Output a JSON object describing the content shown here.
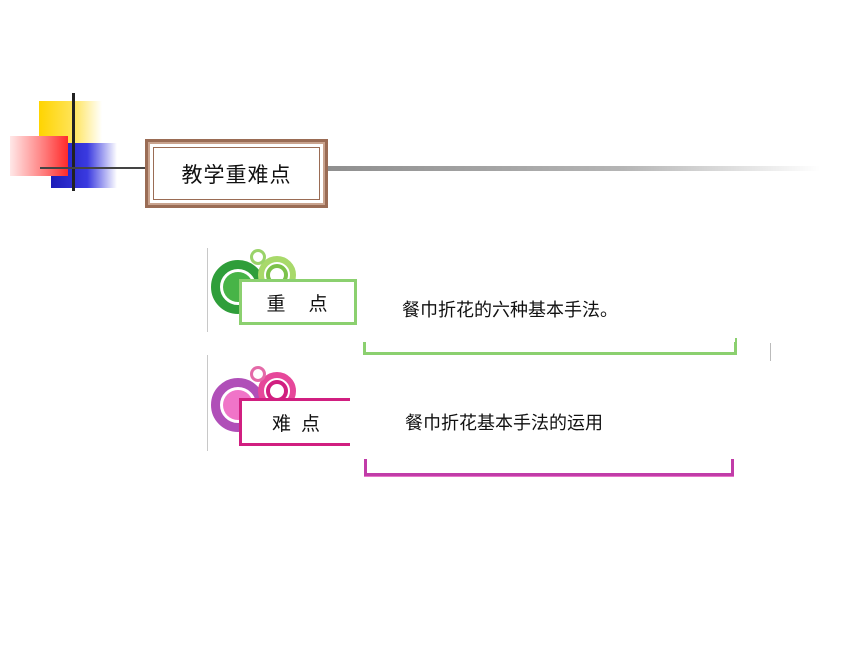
{
  "header": {
    "title": "教学重难点"
  },
  "items": [
    {
      "tag": "重　点",
      "text": "餐巾折花的六种基本手法。",
      "accent": "#3bab3b",
      "border": "#8bd06f"
    },
    {
      "tag": "难 点",
      "text": "餐巾折花基本手法的运用",
      "accent": "#c04ab8",
      "border": "#d21f84"
    }
  ]
}
